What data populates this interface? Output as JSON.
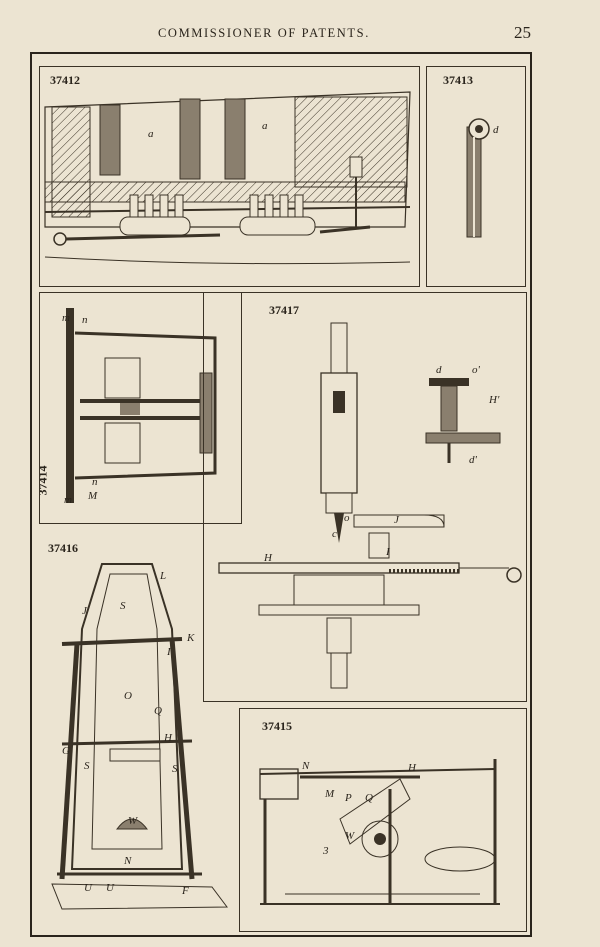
{
  "page": {
    "running_title": "COMMISSIONER OF PATENTS.",
    "page_number": "25"
  },
  "figures": {
    "fig_37412": {
      "number": "37412",
      "letters": [
        "a",
        "a"
      ]
    },
    "fig_37413": {
      "number": "37413",
      "letters": [
        "d"
      ]
    },
    "fig_37414": {
      "number": "37414",
      "letters": [
        "m",
        "n",
        "m",
        "M",
        "n"
      ]
    },
    "fig_37417": {
      "number": "37417",
      "letters": [
        "d",
        "o'",
        "H'",
        "d'",
        "o",
        "c",
        "J",
        "I",
        "H"
      ]
    },
    "fig_37416": {
      "number": "37416",
      "letters": [
        "L",
        "S",
        "J",
        "K",
        "I",
        "O",
        "Q",
        "G",
        "S",
        "S",
        "H",
        "W",
        "N",
        "U",
        "U",
        "F"
      ]
    },
    "fig_37415": {
      "number": "37415",
      "letters": [
        "N",
        "H",
        "M",
        "P",
        "Q",
        "W",
        "3"
      ]
    }
  }
}
